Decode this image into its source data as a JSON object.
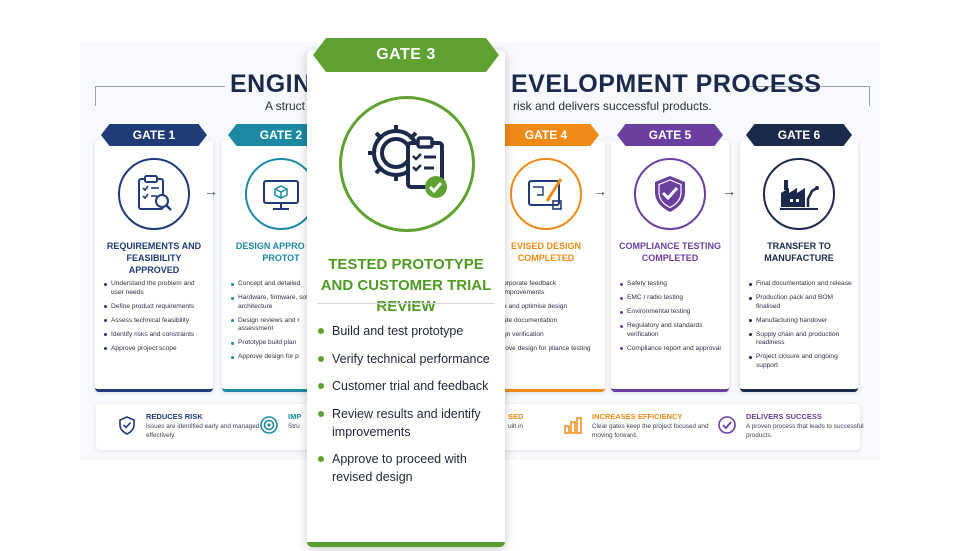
{
  "colors": {
    "gate1": "#1f3b78",
    "gate2": "#1c8aa3",
    "gate3": "#5fa231",
    "gate4": "#ef8a17",
    "gate5": "#6b3fa0",
    "gate6": "#1b2a4a"
  },
  "header": {
    "title_left": "ENGINE",
    "title_right": "EVELOPMENT PROCESS",
    "subtitle_left": "A struct",
    "subtitle_right": "risk and delivers successful products."
  },
  "gates": [
    {
      "label": "GATE 1",
      "title": "REQUIREMENTS AND FEASIBILITY APPROVED",
      "icon": "clipboard-magnifier-icon",
      "items": [
        "Understand the problem and user needs",
        "Define product requirements",
        "Assess technical feasibility",
        "Identify risks and constraints",
        "Approve project scope"
      ]
    },
    {
      "label": "GATE 2",
      "title": "DESIGN APPRO FOR PROTOT",
      "icon": "monitor-cube-icon",
      "items": [
        "Concept and detailed",
        "Hardware, firmware, software architecture",
        "Design reviews and r assessment",
        "Prototype build plan",
        "Approve design for p"
      ]
    },
    {
      "label": "GATE 4",
      "title": "EVISED DESIGN COMPLETED",
      "icon": "blueprint-pencil-icon",
      "items": [
        "orporate feedback improvements",
        "e and optimise design",
        "ate documentation",
        "gn verification",
        "rove design for pliance testing"
      ]
    },
    {
      "label": "GATE 5",
      "title": "COMPLIANCE TESTING COMPLETED",
      "icon": "shield-check-icon",
      "items": [
        "Safety testing",
        "EMC / radio testing",
        "Environmental testing",
        "Regulatory and standards verification",
        "Compliance report and approval"
      ]
    },
    {
      "label": "GATE 6",
      "title": "TRANSFER TO MANUFACTURE",
      "icon": "factory-robot-icon",
      "items": [
        "Final documentation and release",
        "Production pack and BOM finalised",
        "Manufacturing handover",
        "Supply chain and production readiness",
        "Project closure and ongoing support"
      ]
    }
  ],
  "benefits": [
    {
      "title": "REDUCES RISK",
      "text": "Issues are identified early and managed effectively.",
      "icon": "shield-check-icon"
    },
    {
      "title": "IMP",
      "text": "Stru",
      "icon": "target-icon"
    },
    {
      "title": "SED",
      "text": "uilt in",
      "icon": ""
    },
    {
      "title": "INCREASES EFFICIENCY",
      "text": "Clear gates keep the project focused and moving forward.",
      "icon": "bar-chart-icon"
    },
    {
      "title": "DELIVERS SUCCESS",
      "text": "A proven process that leads to successful products.",
      "icon": "check-circle-icon"
    }
  ],
  "gate3": {
    "label": "GATE 3",
    "title": "TESTED PROTOTYPE AND CUSTOMER TRIAL REVIEW",
    "icon": "gear-checklist-icon",
    "items": [
      "Build and test prototype",
      "Verify technical performance",
      "Customer trial and feedback",
      "Review results and identify improvements",
      "Approve to proceed with revised design"
    ]
  }
}
